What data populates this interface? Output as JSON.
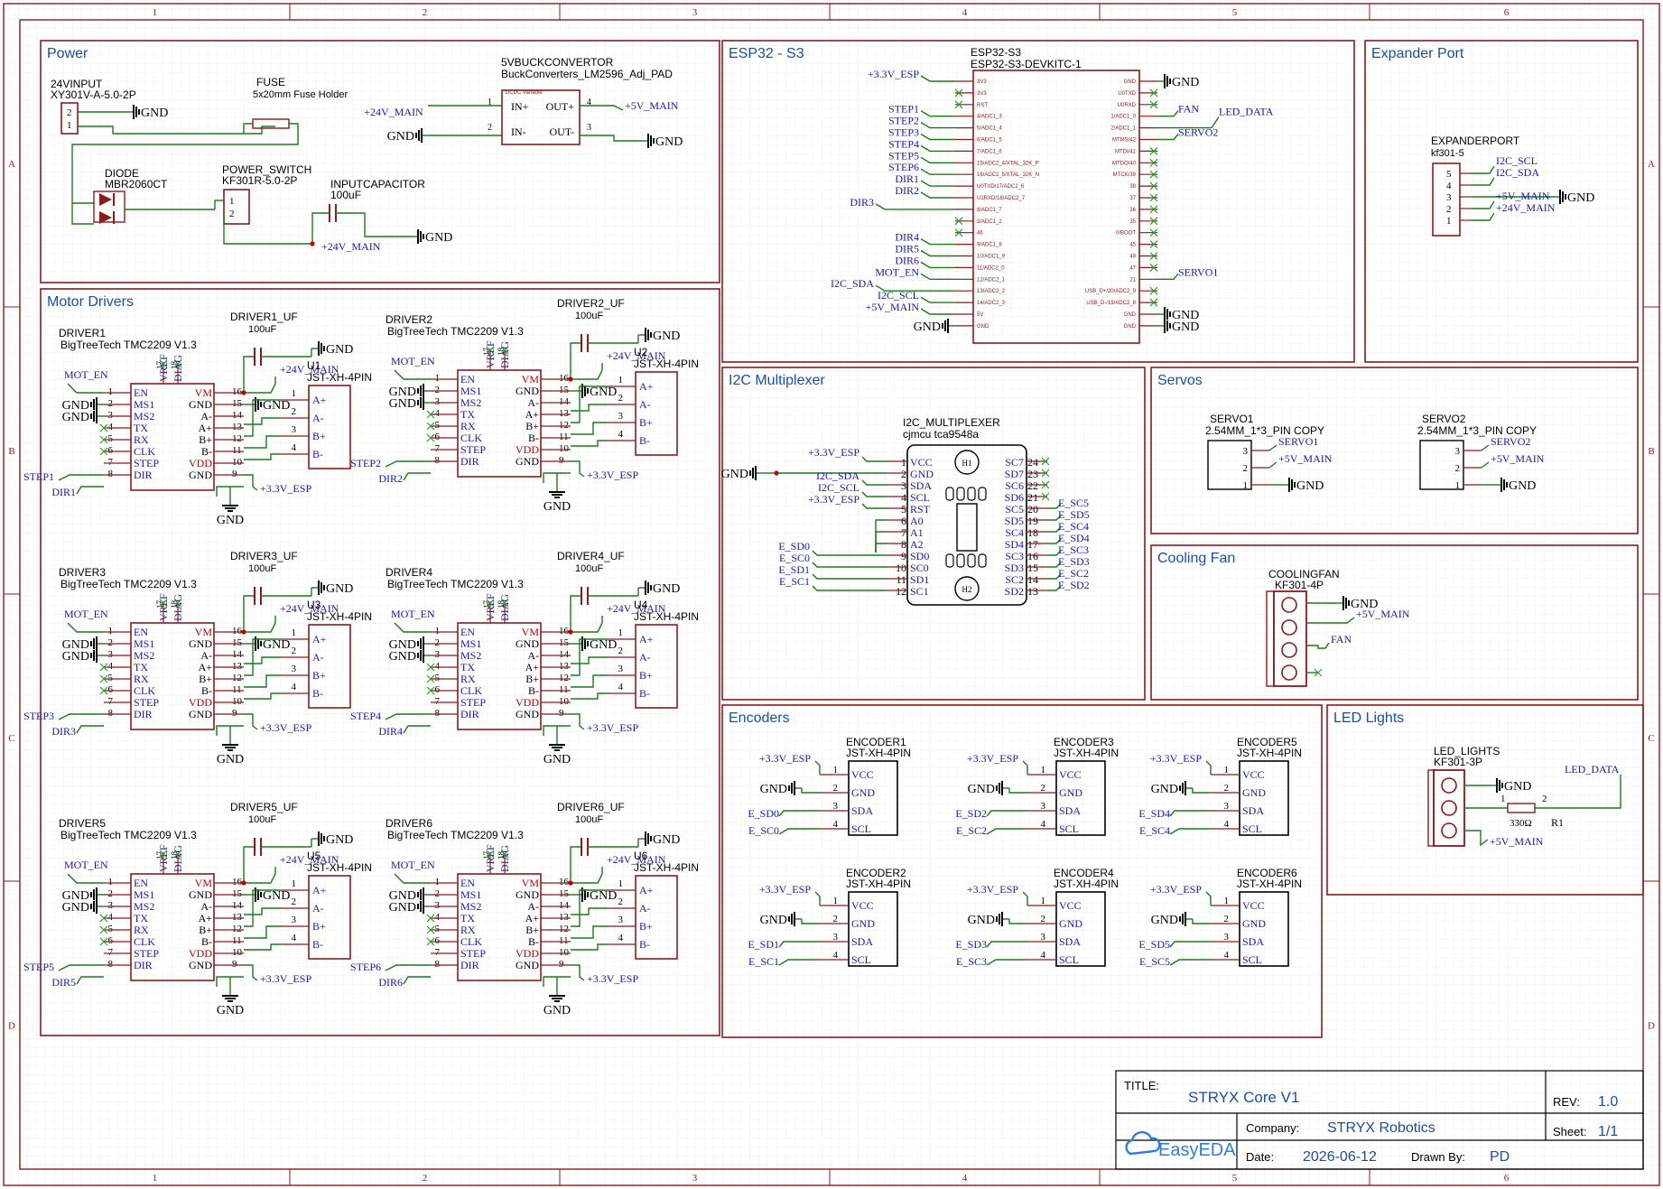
{
  "colors": {
    "border": "#8b1a1a",
    "wire": "#1b7a1b",
    "label": "#1a1aa6",
    "title": "#1a4fa0",
    "pin_red": "#c00000"
  },
  "ruler": {
    "cols": [
      "1",
      "2",
      "3",
      "4",
      "5",
      "6"
    ],
    "rows": [
      "A",
      "B",
      "C",
      "D"
    ]
  },
  "sections": {
    "power": "Power",
    "motor": "Motor Drivers",
    "esp": "ESP32 - S3",
    "expander": "Expander Port",
    "i2c": "I2C Multiplexer",
    "servos": "Servos",
    "fan": "Cooling Fan",
    "encoders": "Encoders",
    "led": "LED Lights"
  },
  "power": {
    "input_name": "24VINPUT",
    "input_part": "XY301V-A-5.0-2P",
    "input_pins": [
      "2",
      "1"
    ],
    "fuse_name": "FUSE",
    "fuse_part": "5x20mm Fuse Holder",
    "diode_name": "DIODE",
    "diode_part": "MBR2060CT",
    "switch_name": "POWER_SWITCH",
    "switch_part": "KF301R-5.0-2P",
    "switch_pins": [
      "1",
      "2"
    ],
    "cap_name": "INPUTCAPACITOR",
    "cap_value": "100uF",
    "buck_name": "5VBUCKCONVERTOR",
    "buck_part": "BuckConverters_LM2596_Adj_PAD",
    "buck_tiny": "DCDC Variable",
    "buck_pins": [
      "IN+",
      "IN-",
      "OUT+",
      "OUT-"
    ],
    "buck_nums": [
      "1",
      "2",
      "4",
      "3"
    ],
    "nets": {
      "gnd": "GND",
      "v24": "+24V_MAIN",
      "v5": "+5V_MAIN"
    }
  },
  "driver_pins_left": [
    "EN",
    "MS1",
    "MS2",
    "TX",
    "RX",
    "CLK",
    "STEP",
    "DIR"
  ],
  "driver_pins_right": [
    "VM",
    "GND",
    "A-",
    "A+",
    "B+",
    "B-",
    "VDD",
    "GND"
  ],
  "driver_nums_left": [
    "1",
    "2",
    "3",
    "4",
    "5",
    "6",
    "7",
    "8"
  ],
  "driver_nums_right": [
    "16",
    "15",
    "14",
    "13",
    "12",
    "11",
    "10",
    "9"
  ],
  "driver_top": [
    "VREF",
    "DIAG",
    "17",
    "18"
  ],
  "jst_pins": [
    "A+",
    "A-",
    "B+",
    "B-"
  ],
  "jst_nums": [
    "1",
    "2",
    "3",
    "4"
  ],
  "drivers": [
    {
      "name": "DRIVER1",
      "part": "BigTreeTech TMC2209 V1.3",
      "cap": "DRIVER1_UF",
      "u": "U1",
      "conn": "JST-XH-4PIN",
      "step": "STEP1",
      "dir": "DIR1",
      "en": "MOT_EN",
      "v24": "+24V_MAIN",
      "v33": "+3.3V_ESP",
      "gnd": "GND",
      "uf": "100uF"
    },
    {
      "name": "DRIVER2",
      "part": "BigTreeTech TMC2209 V1.3",
      "cap": "DRIVER2_UF",
      "u": "U2",
      "conn": "JST-XH-4PIN",
      "step": "STEP2",
      "dir": "DIR2",
      "en": "MOT_EN",
      "v24": "+24V_MAIN",
      "v33": "+3.3V_ESP",
      "gnd": "GND",
      "uf": "100uF"
    },
    {
      "name": "DRIVER3",
      "part": "BigTreeTech TMC2209 V1.3",
      "cap": "DRIVER3_UF",
      "u": "U3",
      "conn": "JST-XH-4PIN",
      "step": "STEP3",
      "dir": "DIR3",
      "en": "MOT_EN",
      "v24": "+24V_MAIN",
      "v33": "+3.3V_ESP",
      "gnd": "GND",
      "uf": "100uF"
    },
    {
      "name": "DRIVER4",
      "part": "BigTreeTech TMC2209 V1.3",
      "cap": "DRIVER4_UF",
      "u": "U4",
      "conn": "JST-XH-4PIN",
      "step": "STEP4",
      "dir": "DIR4",
      "en": "MOT_EN",
      "v24": "+24V_MAIN",
      "v33": "+3.3V_ESP",
      "gnd": "GND",
      "uf": "100uF"
    },
    {
      "name": "DRIVER5",
      "part": "BigTreeTech TMC2209 V1.3",
      "cap": "DRIVER5_UF",
      "u": "U5",
      "conn": "JST-XH-4PIN",
      "step": "STEP5",
      "dir": "DIR5",
      "en": "MOT_EN",
      "v24": "+24V_MAIN",
      "v33": "+3.3V_ESP",
      "gnd": "GND",
      "uf": "100uF"
    },
    {
      "name": "DRIVER6",
      "part": "BigTreeTech TMC2209 V1.3",
      "cap": "DRIVER6_UF",
      "u": "U6",
      "conn": "JST-XH-4PIN",
      "step": "STEP6",
      "dir": "DIR6",
      "en": "MOT_EN",
      "v24": "+24V_MAIN",
      "v33": "+3.3V_ESP",
      "gnd": "GND",
      "uf": "100uF"
    }
  ],
  "esp": {
    "name": "ESP32-S3",
    "part": "ESP32-S3-DEVKITC-1",
    "left_pins": [
      "3V3",
      "3V3",
      "RST",
      "4/ADC1_3",
      "5/ADC1_4",
      "6/ADC1_5",
      "7/ADC1_6",
      "15/ADC2_4/XTAL_32K_P",
      "16/ADC2_5/XTAL_32K_N",
      "U0TXD/17/ADC2_6",
      "U1RXD/18/ADC2_7",
      "8/ADC1_7",
      "3/ADC1_2",
      "46",
      "9/ADC1_8",
      "10/ADC1_9",
      "11/ADC2_0",
      "12/ADC2_1",
      "13/ADC2_2",
      "14/ADC2_3",
      "5V",
      "GND"
    ],
    "right_pins": [
      "GND",
      "U0TXD",
      "U0RXD",
      "1/ADC1_0",
      "2/ADC1_1",
      "MTMS/42",
      "MTDI/41",
      "MTDO/40",
      "MTCK/39",
      "38",
      "37",
      "36",
      "35",
      "0/BOOT",
      "45",
      "48",
      "47",
      "21",
      "USB_D+/20/ADC2_9",
      "USB_D-/19/ADC2_8",
      "GND",
      "GND"
    ],
    "left_nets": [
      "+3.3V_ESP",
      "",
      "",
      "STEP1",
      "STEP2",
      "STEP3",
      "STEP4",
      "STEP5",
      "STEP6",
      "DIR1",
      "DIR2",
      "DIR3",
      "",
      "",
      "DIR4",
      "DIR5",
      "DIR6",
      "MOT_EN",
      "I2C_SDA",
      "I2C_SCL",
      "+5V_MAIN",
      "GND"
    ],
    "right_nets": [
      "GND",
      "",
      "",
      "FAN",
      "LED_DATA",
      "SERVO2",
      "",
      "",
      "",
      "",
      "",
      "",
      "",
      "",
      "",
      "",
      "",
      "SERVO1",
      "",
      "",
      "GND",
      "GND"
    ]
  },
  "expander": {
    "name": "EXPANDERPORT",
    "part": "kf301-5",
    "nums": [
      "5",
      "4",
      "3",
      "2",
      "1"
    ],
    "nets": [
      "I2C_SCL",
      "I2C_SDA",
      "GND",
      "+5V_MAIN",
      "+24V_MAIN"
    ]
  },
  "mux": {
    "name": "I2C_MULTIPLEXER",
    "part": "cjmcu tca9548a",
    "left_pins": [
      "VCC",
      "GND",
      "SDA",
      "SCL",
      "RST",
      "A0",
      "A1",
      "A2",
      "SD0",
      "SC0",
      "SD1",
      "SC1"
    ],
    "left_nums": [
      "1",
      "2",
      "3",
      "4",
      "5",
      "6",
      "7",
      "8",
      "9",
      "10",
      "11",
      "12"
    ],
    "right_pins": [
      "SC7",
      "SD7",
      "SC6",
      "SD6",
      "SC5",
      "SD5",
      "SC4",
      "SD4",
      "SC3",
      "SD3",
      "SC2",
      "SD2"
    ],
    "right_nums": [
      "24",
      "23",
      "22",
      "21",
      "20",
      "19",
      "18",
      "17",
      "16",
      "15",
      "14",
      "13"
    ],
    "left_nets": [
      "+3.3V_ESP",
      "GND",
      "I2C_SDA",
      "I2C_SCL",
      "+3.3V_ESP",
      "",
      "",
      "",
      "E_SD0",
      "E_SC0",
      "E_SD1",
      "E_SC1"
    ],
    "right_nets": [
      "",
      "",
      "",
      "",
      "E_SC5",
      "E_SD5",
      "E_SC4",
      "E_SD4",
      "E_SC3",
      "E_SD3",
      "E_SC2",
      "E_SD2"
    ],
    "holes": [
      "H1",
      "H2"
    ]
  },
  "servos": [
    {
      "name": "SERVO1",
      "part": "2.54MM_1*3_PIN COPY",
      "nets": [
        "SERVO1",
        "+5V_MAIN",
        "GND"
      ],
      "nums": [
        "3",
        "2",
        "1"
      ]
    },
    {
      "name": "SERVO2",
      "part": "2.54MM_1*3_PIN COPY",
      "nets": [
        "SERVO2",
        "+5V_MAIN",
        "GND"
      ],
      "nums": [
        "3",
        "2",
        "1"
      ]
    }
  ],
  "fan": {
    "name": "COOLINGFAN",
    "part": "KF301-4P",
    "nets": [
      "GND",
      "+5V_MAIN",
      "FAN"
    ]
  },
  "enc_pins": [
    "VCC",
    "GND",
    "SDA",
    "SCL"
  ],
  "encoders": [
    {
      "name": "ENCODER1",
      "part": "JST-XH-4PIN",
      "sda": "E_SD0",
      "scl": "E_SC0",
      "v": "+3.3V_ESP",
      "gnd": "GND"
    },
    {
      "name": "ENCODER2",
      "part": "JST-XH-4PIN",
      "sda": "E_SD1",
      "scl": "E_SC1",
      "v": "+3.3V_ESP",
      "gnd": "GND"
    },
    {
      "name": "ENCODER3",
      "part": "JST-XH-4PIN",
      "sda": "E_SD2",
      "scl": "E_SC2",
      "v": "+3.3V_ESP",
      "gnd": "GND"
    },
    {
      "name": "ENCODER4",
      "part": "JST-XH-4PIN",
      "sda": "E_SD3",
      "scl": "E_SC3",
      "v": "+3.3V_ESP",
      "gnd": "GND"
    },
    {
      "name": "ENCODER5",
      "part": "JST-XH-4PIN",
      "sda": "E_SD4",
      "scl": "E_SC4",
      "v": "+3.3V_ESP",
      "gnd": "GND"
    },
    {
      "name": "ENCODER6",
      "part": "JST-XH-4PIN",
      "sda": "E_SD5",
      "scl": "E_SC5",
      "v": "+3.3V_ESP",
      "gnd": "GND"
    }
  ],
  "led": {
    "name": "LED_LIGHTS",
    "part": "KF301-3P",
    "res": "330Ω",
    "ref": "R1",
    "nets": [
      "GND",
      "+5V_MAIN",
      "LED_DATA"
    ],
    "rnums": [
      "1",
      "2"
    ]
  },
  "titleblock": {
    "title_label": "TITLE:",
    "title": "STRYX Core V1",
    "rev_label": "REV:",
    "rev": "1.0",
    "company_label": "Company:",
    "company": "STRYX Robotics",
    "sheet_label": "Sheet:",
    "sheet": "1/1",
    "date_label": "Date:",
    "date": "2026-06-12",
    "drawn_label": "Drawn By:",
    "drawn": "PD",
    "logo": "EasyEDA"
  }
}
